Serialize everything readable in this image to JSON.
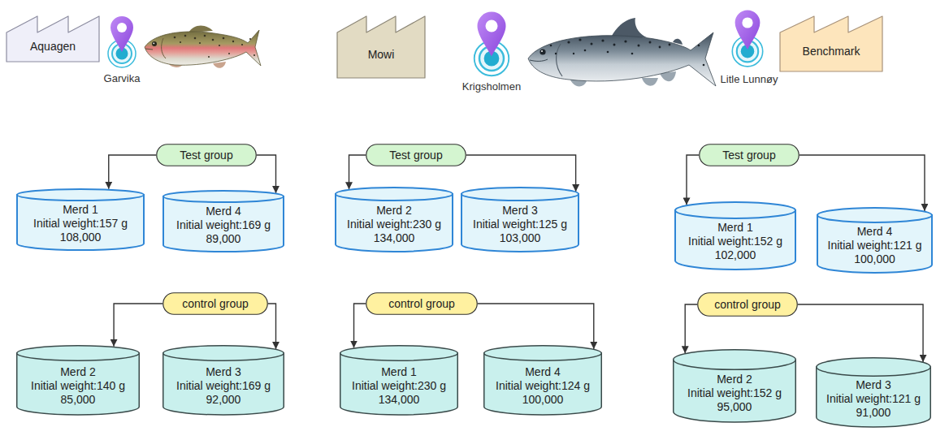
{
  "diagram": {
    "nodes": [
      {
        "text": [
          "Aquagen"
        ]
      },
      {
        "text": [
          "Mowi"
        ]
      },
      {
        "text": [
          "Benchmark"
        ]
      },
      {
        "text": [
          "Test group"
        ]
      },
      {
        "text": [
          "Test group"
        ]
      },
      {
        "text": [
          "Test group"
        ]
      },
      {
        "text": [
          "Merd 1",
          "Initial weight:157 g",
          "108,000"
        ]
      },
      {
        "text": [
          "Merd 4",
          "Initial weight:169 g",
          "89,000"
        ]
      },
      {
        "text": [
          "Merd 2",
          "Initial weight:230 g",
          "134,000"
        ]
      },
      {
        "text": [
          "Merd 3",
          "Initial weight:125 g",
          "103,000"
        ]
      },
      {
        "text": [
          "Merd 1",
          "Initial weight:152 g",
          "102,000"
        ]
      },
      {
        "text": [
          "Merd 4",
          "Initial weight:121 g",
          "100,000"
        ]
      },
      {
        "text": [
          "control group"
        ]
      },
      {
        "text": [
          "control group"
        ]
      },
      {
        "text": [
          "control group"
        ]
      },
      {
        "text": [
          "Merd 2",
          "Initial weight:140 g",
          "85,000"
        ]
      },
      {
        "text": [
          "Merd 3",
          "Initial weight:169 g",
          "92,000"
        ]
      },
      {
        "text": [
          "Merd 1",
          "Initial weight:230 g",
          "134,000"
        ]
      },
      {
        "text": [
          "Merd 4",
          "Initial weight:124 g",
          "100,000"
        ]
      },
      {
        "text": [
          "Merd 2",
          "Initial weight:152 g",
          "95,000"
        ]
      },
      {
        "text": [
          "Merd 3",
          "Initial weight:121 g",
          "91,000"
        ]
      }
    ],
    "edges": [
      {
        "from": 3,
        "to": 6,
        "arrow": "to"
      },
      {
        "from": 3,
        "to": 7,
        "arrow": "to"
      },
      {
        "from": 4,
        "to": 8,
        "arrow": "to"
      },
      {
        "from": 4,
        "to": 9,
        "arrow": "to"
      },
      {
        "from": 5,
        "to": 10,
        "arrow": "to"
      },
      {
        "from": 5,
        "to": 11,
        "arrow": "to"
      },
      {
        "from": 12,
        "to": 15,
        "arrow": "to"
      },
      {
        "from": 12,
        "to": 16,
        "arrow": "to"
      },
      {
        "from": 13,
        "to": 17,
        "arrow": "to"
      },
      {
        "from": 13,
        "to": 18,
        "arrow": "to"
      },
      {
        "from": 14,
        "to": 19,
        "arrow": "to"
      },
      {
        "from": 14,
        "to": 20,
        "arrow": "to"
      }
    ],
    "labels": [
      "Garvika",
      "Krigsholmen",
      "Litle Lunnøy"
    ]
  }
}
